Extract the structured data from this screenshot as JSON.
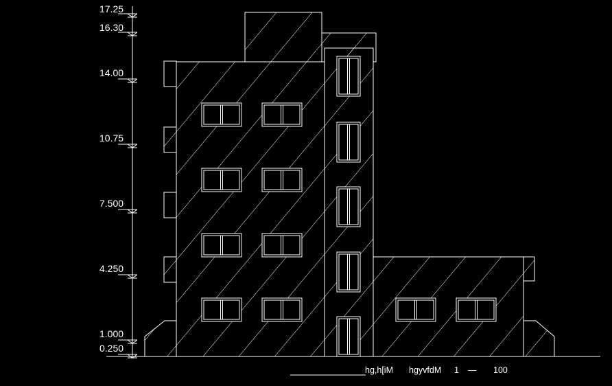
{
  "drawing": {
    "background": "#000000",
    "line_color": "#ffffff",
    "caption": {
      "title": "hg,h[iM",
      "subtitle": "hgyvfdM",
      "scale_left": "1",
      "scale_sep": "—",
      "scale_right": "100"
    },
    "elevation_levels": [
      "17.25",
      "16.30",
      "14.00",
      "10.75",
      "7.500",
      "4.250",
      "1.000",
      "0.250"
    ]
  }
}
